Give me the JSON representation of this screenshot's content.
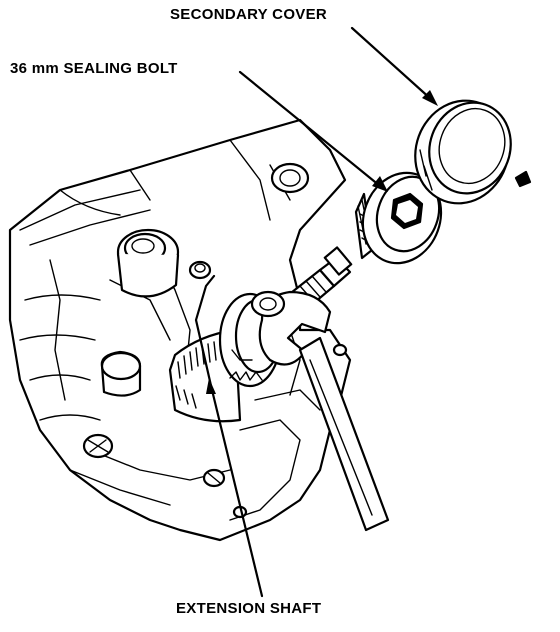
{
  "labels": {
    "secondary_cover": "SECONDARY COVER",
    "sealing_bolt": "36 mm SEALING BOLT",
    "extension_shaft": "EXTENSION SHAFT"
  },
  "colors": {
    "ink": "#000000",
    "paper": "#ffffff"
  }
}
